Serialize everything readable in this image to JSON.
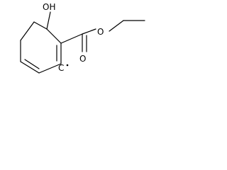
{
  "molecule": {
    "atoms": {
      "hydroxyl": "OH",
      "ester_oxygen": "O",
      "carbonyl_oxygen": "O",
      "radical_carbon": "C"
    },
    "bond_color": "#000000",
    "label_color": "#000000"
  }
}
